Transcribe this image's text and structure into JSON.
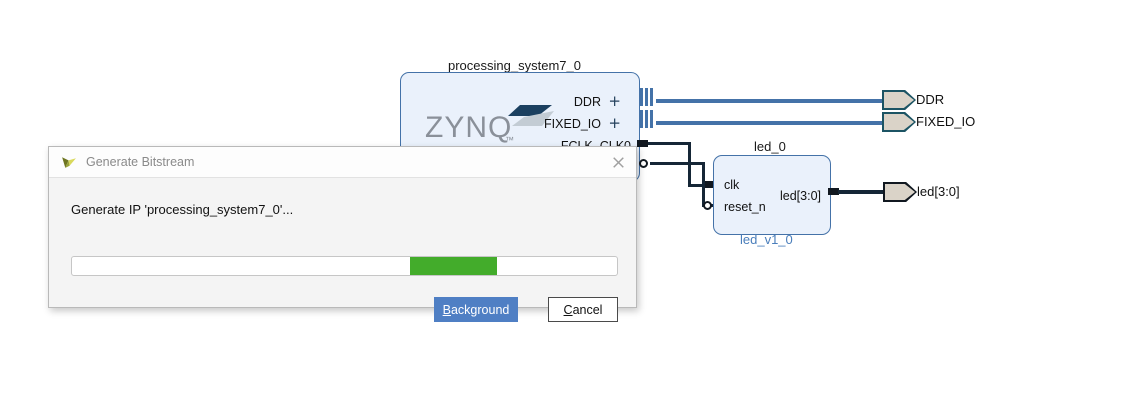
{
  "canvas": {
    "blocks": [
      {
        "id": "processing_system7_0",
        "title": "processing_system7_0",
        "logo_text": "ZYNQ",
        "logo_mark": "zynq-swoosh",
        "output_ports": [
          {
            "label": "DDR",
            "expandable": true,
            "type": "bus"
          },
          {
            "label": "FIXED_IO",
            "expandable": true,
            "type": "bus"
          },
          {
            "label": "FCLK_CLK0",
            "expandable": false,
            "type": "pin"
          }
        ]
      },
      {
        "id": "led_0",
        "title": "led_0",
        "subtitle": "led_v1_0",
        "input_ports": [
          {
            "label": "clk",
            "type": "pin"
          },
          {
            "label": "reset_n",
            "type": "pin-inverted"
          }
        ],
        "output_ports": [
          {
            "label": "led[3:0]",
            "type": "pin"
          }
        ]
      }
    ],
    "external_ports": [
      {
        "label": "DDR",
        "style": "teal"
      },
      {
        "label": "FIXED_IO",
        "style": "teal"
      },
      {
        "label": "led[3:0]",
        "style": "black"
      }
    ],
    "colors": {
      "block_fill": "#eaf1fb",
      "block_border": "#4472a8",
      "wire": "#4472a8",
      "wire_signal": "#152636",
      "subtitle": "#4a7ebb"
    }
  },
  "dialog": {
    "title": "Generate Bitstream",
    "icon": "vivado-logo-icon",
    "close_icon": "close-icon",
    "message": "Generate IP 'processing_system7_0'...",
    "progress": {
      "indeterminate": true,
      "chunk_left_pct": 62,
      "chunk_width_pct": 16,
      "chunk_color": "#43ac2b"
    },
    "buttons": [
      {
        "name": "background",
        "label": "Background",
        "mnemonic": "B",
        "primary": true
      },
      {
        "name": "cancel",
        "label": "Cancel",
        "mnemonic": "C",
        "primary": false
      }
    ]
  }
}
